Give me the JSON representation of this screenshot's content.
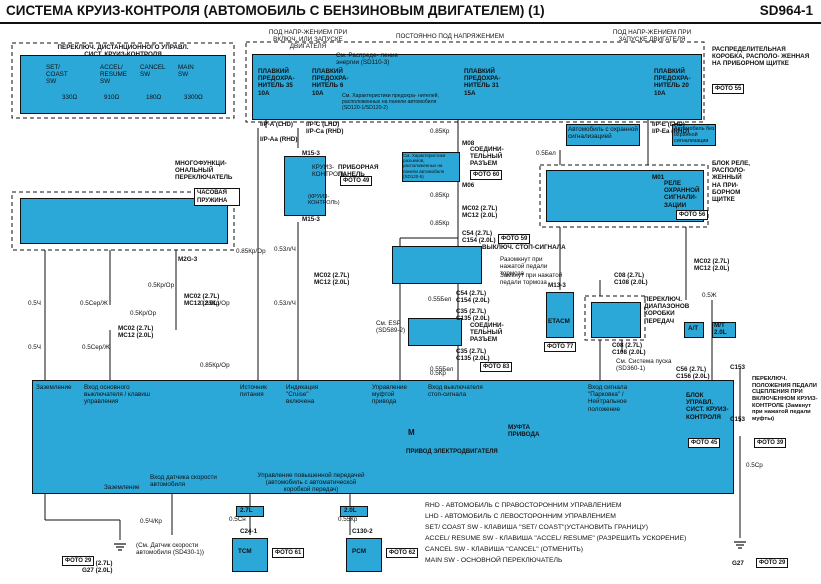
{
  "header": {
    "title": "СИСТЕМА КРУИЗ-КОНТРОЛЯ (АВТОМОБИЛЬ С БЕНЗИНОВЫМ ДВИГАТЕЛЕМ) (1)",
    "code": "SD964-1"
  },
  "steering_switch": {
    "title": "ПЕРЕКЛЮЧ. ДИСТАНЦИОННОГО УПРАВЛ. СИСТ. КРУИЗ-КОНТРОЛЯ",
    "sw1": "SET/ COAST SW",
    "sw2": "ACCEL/ RESUME SW",
    "sw3": "CANCEL SW",
    "sw4": "MAIN SW",
    "r1": "330Ω",
    "r2": "910Ω",
    "r3": "180Ω",
    "r4": "3300Ω",
    "mf_label": "МНОГОФУНКЦИ- ОНАЛЬНЫЙ ПЕРЕКЛЮЧАТЕЛЬ",
    "clock_spring": "ЧАСОВАЯ ПРУЖИНА"
  },
  "top_labels": {
    "on_ign": "ПОД НАПР-ЖЕНИЕМ ПРИ ВКЛЮЧ. ИЛИ ЗАПУСКЕ ДВИГАТЕЛЯ",
    "always": "ПОСТОЯННО ПОД НАПРЯЖЕНИЕМ",
    "on_start": "ПОД НАПР-ЖЕНИЕМ ПРИ ЗАПУСКЕ ДВИГАТЕЛЯ",
    "dist_box": "РАСПРЕДЕЛИТЕЛЬНАЯ КОРОБКА, РАСПОЛО- ЖЕННАЯ НА ПРИБОРНОМ ЩИТКЕ",
    "photo55": "ФОТО 55",
    "power_dist": "См. Распреде- ление энергии (SD110-3)"
  },
  "fuses": {
    "f35": "ПЛАВКИЙ ПРЕДОХРА- НИТЕЛЬ 35 10A",
    "f6": "ПЛАВКИЙ ПРЕДОХРА- НИТЕЛЬ 6 10A",
    "f31": "ПЛАВКИЙ ПРЕДОХРА- НИТЕЛЬ 31 15A",
    "f20": "ПЛАВКИЙ ПРЕДОХРА- НИТЕЛЬ 20 10A",
    "see_fuse": "См. Характеристики предохра- нителей, расположенных на панели автомобиля (SD120-1/SD120-2)"
  },
  "connectors": {
    "ipa": "I/P-A (LHD)",
    "ipaa": "I/P-Aa (RHD)",
    "ipc": "I/P-C (LHD)",
    "ipca": "I/P-Ca (RHD)",
    "ipe": "I/P-E (LHD)",
    "ipea": "I/P-Ea (RHD)",
    "m15": "M15-3",
    "m08": "M08",
    "m06": "M06",
    "m01": "M01",
    "mc02a": "MC02 (2.7L)",
    "mc12a": "MC12 (2.0L)",
    "c54": "C54 (2.7L)",
    "c154": "C154 (2.0L)",
    "c35": "C35 (2.7L)",
    "c135": "C135 (2.0L)",
    "c08": "C08 (2.7L)",
    "c108": "C108 (2.0L)",
    "c56": "C56 (2.7L)",
    "c156": "C156 (2.0L)",
    "c153": "C153",
    "m2g": "M2G-3",
    "m13": "M13-3",
    "c241": "C24-1",
    "c1302": "C130-2",
    "g21": "G21 (2.7L)",
    "g27a": "G27 (2.0L)",
    "g27": "G27"
  },
  "wires": {
    "w05ch": "0.5Ч",
    "w05kr": "0.5Кр",
    "w05kr_or": "0.5Кр/Ор",
    "w05ser_zh": "0.5Сер/Ж",
    "w085kr_or": "0.85Кр/Ор",
    "w053zh_ch": "0.53л/Ч",
    "w05bel": "0.5Бел",
    "w085kr": "0.85Кр",
    "w055bel": "0.55Бел",
    "w05zh": "0.5Ж",
    "w05ch_kr": "0.5Ч/Кр",
    "w055kr": "0.55Кр",
    "w05sn": "0.5Сн",
    "w05sr": "0.5Ср"
  },
  "instrument": {
    "cruise_lamp": "КРУИЗ- КОНТРОЛЬ",
    "cluster": "ПРИБОРНАЯ ПАНЕЛЬ",
    "photo49": "ФОТО 49",
    "cruise_ind": "(КРУИЗ- КОНТРОЛЬ)"
  },
  "joint_upper": {
    "label": "СОЕДИНИ- ТЕЛЬНЫЙ РАЗЪЕМ",
    "photo": "ФОТО 60",
    "note": "См. Характеристики разъемов, расположенных на панели автомобиля (SD120-5)"
  },
  "stop_switch": {
    "label": "ВЫКЛЮЧ. СТОП-СИГНАЛА",
    "photo": "ФОТО 59",
    "a_note": "Разомкнут при нажатой педали тормоза",
    "b_note": "Замкнут при нажатой педали тормоза",
    "esp": "См. ESP (SD589-2)"
  },
  "joint_lower": {
    "label": "СОЕДИНИ- ТЕЛЬНЫЙ РАЗЪЕМ",
    "photo": "ФОТО 83"
  },
  "relay": {
    "label": "БЛОК РЕЛЕ, РАСПОЛО- ЖЕННЫЙ НА ПРИ- БОРНОМ ЩИТКЕ",
    "photo": "ФОТО 56",
    "relay_name": "РЕЛЕ ОХРАННОЙ СИГНАЛИ- ЗАЦИИ",
    "with_alarm": "Автомобиль с охранной сигнализацией",
    "without_alarm": "Автомобиль без охранной сигнализации"
  },
  "etacm": {
    "label": "ETACM",
    "photo": "ФОТО 77"
  },
  "range_switch": {
    "label": "ПЕРЕКЛЮЧ. ДИАПАЗОНОВ КОРОБКИ ПЕРЕДАЧ",
    "start": "См. Система пуска (SD360-1)"
  },
  "clutch_switch": {
    "label": "ПЕРЕКЛЮЧ. ПОЛОЖЕНИЯ ПЕДАЛИ СЦЕПЛЕНИЯ ПРИ ВКЛЮЧЕННОМ КРУИЗ-КОНТРОЛЕ (Замкнут при нажатой педали муфты)",
    "photo": "ФОТО 39",
    "at": "A/T",
    "mt": "M/T 2.0L"
  },
  "control_module": {
    "label": "БЛОК УПРАВЛ. СИСТ. КРУИЗ- КОНТРОЛЯ",
    "photo": "ФОТО 45",
    "ground": "Заземление",
    "main_in": "Вход основного выключателя / клавиш управления",
    "power_src": "Источник питания",
    "indicator": "Индикация \"Cruise\" включена",
    "clutch": "Управление муфтой привода",
    "stop_in": "Вход выключателя стоп-сигнала",
    "park": "Вход сигнала \"Парковка\" / Нейтральное положение",
    "motor": "M",
    "clutch_lbl": "МУФТА ПРИВОДА",
    "actuator": "ПРИВОД ЭЛЕКТРОДВИГАТЕЛЯ",
    "gear_ctrl": "Управление повышенной передачей (автомобиль с автоматической коробкой передач)",
    "gnd2": "Заземление",
    "speed_in": "Вход датчика скорости автомобиля"
  },
  "bottom": {
    "photo29a": "ФОТО 29",
    "photo29b": "ФОТО 29",
    "speed_note": "(См. Датчик скорости автомобиля (SD430-1))",
    "tcm": "TCM",
    "tcm_photo": "ФОТО 61",
    "pcm": "PCM",
    "pcm_photo": "ФОТО 62",
    "l27": "2.7L",
    "l20": "2.0L"
  },
  "legend": [
    "RHD - АВТОМОБИЛЬ С ПРАВОСТОРОННИМ УПРАВЛЕНИЕМ",
    "LHD - АВТОМОБИЛЬ С ЛЕВОСТОРОННИМ УПРАВЛЕНИЕМ",
    "SET/ COAST SW - КЛАВИША \"SET/ COAST\"(УСТАНОВИТЬ ГРАНИЦУ)",
    "ACCEL/ RESUME SW - КЛАВИША \"ACCEL/ RESUME\" (РАЗРЕШИТЬ УСКОРЕНИЕ)",
    "CANCEL SW - КЛАВИША \"CANCEL\" (ОТМЕНИТЬ)",
    "MAIN SW - ОСНОВНОЙ ПЕРЕКЛЮЧАТЕЛЬ"
  ],
  "colors": {
    "box": "#2ba7d8",
    "ink": "#111111",
    "background": "#ffffff"
  }
}
